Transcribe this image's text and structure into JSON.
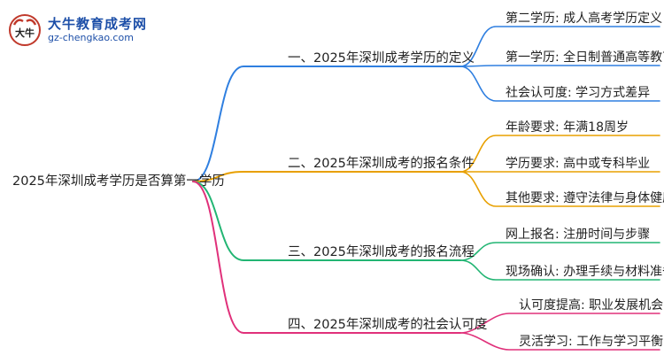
{
  "logo": {
    "title": "大牛教育成考网",
    "url": "gz-chengkao.com",
    "mark_text": "大牛"
  },
  "root": {
    "label": "2025年深圳成考学历是否算第一学历"
  },
  "branches": [
    {
      "label": "一、2025年深圳成考学历的定义",
      "color": "#2f7fe0",
      "leaves": [
        "第二学历: 成人高考学历定义",
        "第一学历: 全日制普通高等教育",
        "社会认可度: 学习方式差异"
      ]
    },
    {
      "label": "二、2025年深圳成考的报名条件",
      "color": "#e8a000",
      "leaves": [
        "年龄要求: 年满18周岁",
        "学历要求: 高中或专科毕业",
        "其他要求: 遵守法律与身体健康"
      ]
    },
    {
      "label": "三、2025年深圳成考的报名流程",
      "color": "#22b573",
      "leaves": [
        "网上报名: 注册时间与步骤",
        "现场确认: 办理手续与材料准备"
      ]
    },
    {
      "label": "四、2025年深圳成考的社会认可度",
      "color": "#e0307a",
      "leaves": [
        "认可度提高: 职业发展机会",
        "灵活学习: 工作与学习平衡"
      ]
    }
  ]
}
